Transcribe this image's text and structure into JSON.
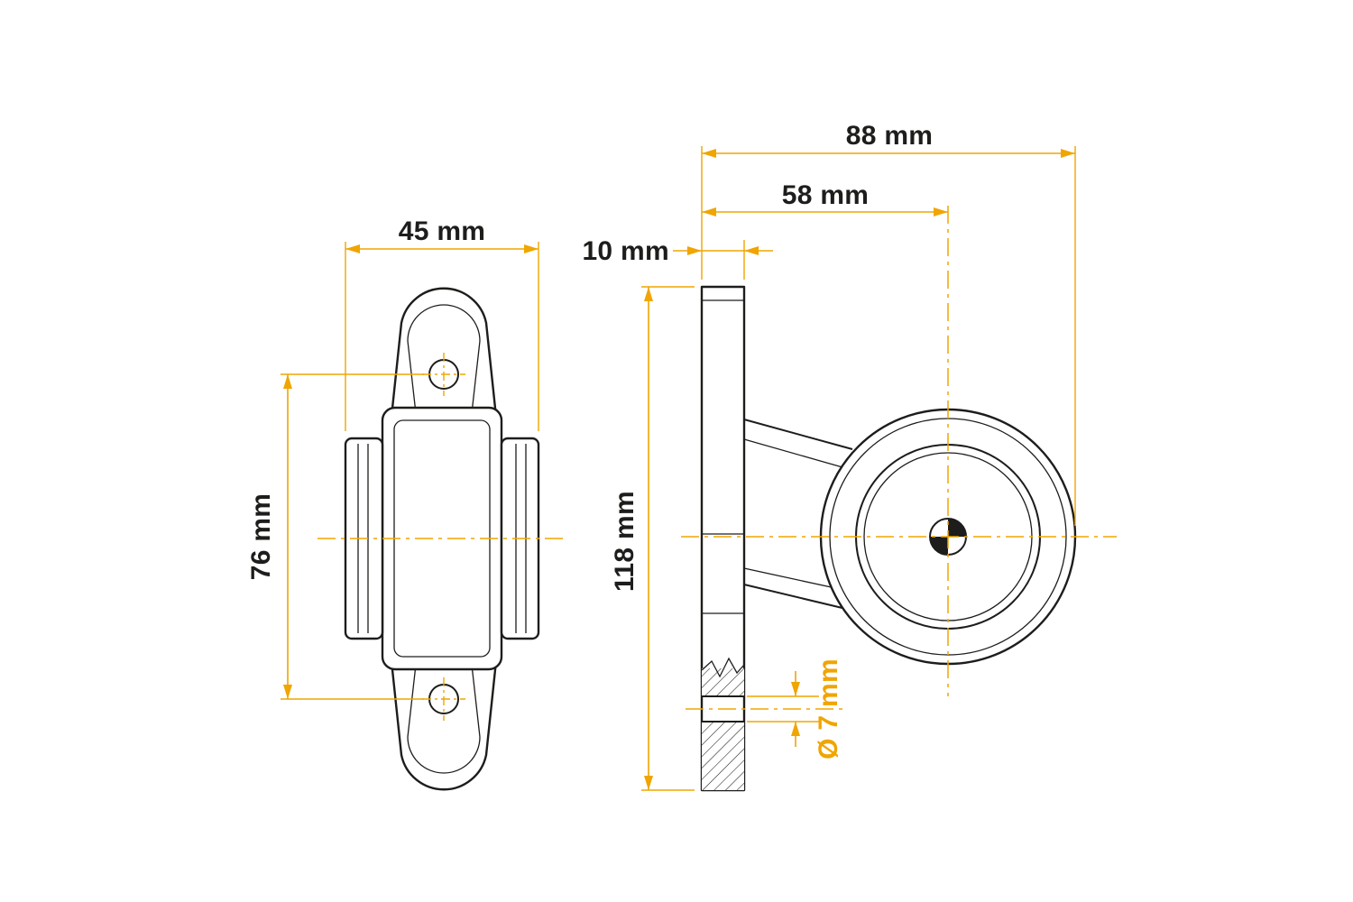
{
  "drawing": {
    "colors": {
      "accent": "#F0A500",
      "ink": "#1D1D1B"
    },
    "dimensions": {
      "bracket_width": "45 mm",
      "hole_spacing": "76 mm",
      "overall_depth": "88 mm",
      "lamp_center_offset": "58 mm",
      "base_thickness": "10 mm",
      "base_height": "118 mm",
      "hole_diameter": "Ø 7 mm"
    }
  }
}
